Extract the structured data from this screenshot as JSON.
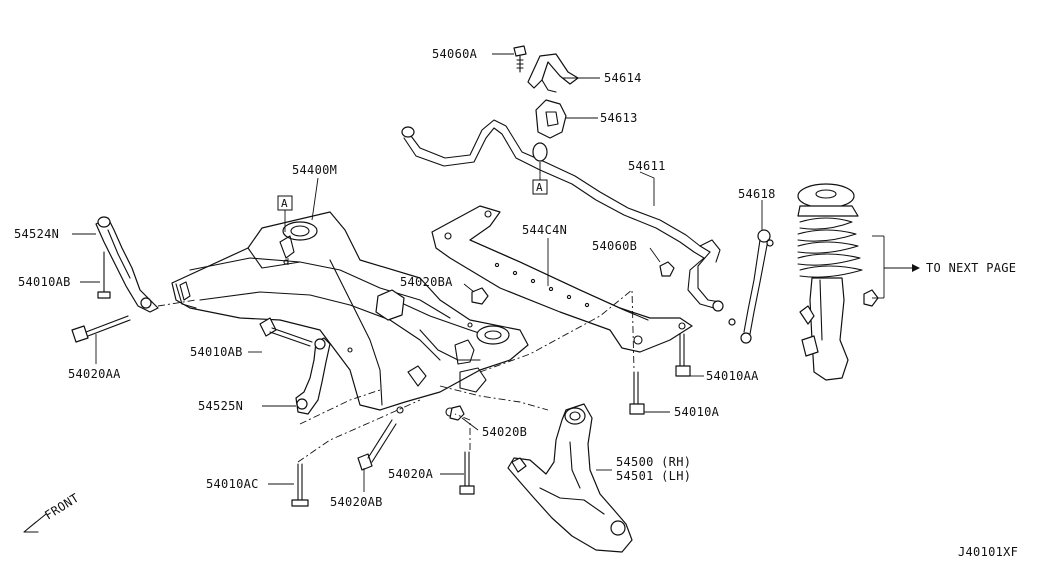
{
  "diagram_code": "J40101XF",
  "front_label": "FRONT",
  "next_page_label": "TO NEXT PAGE",
  "ref_marker": "A",
  "callouts": {
    "p54060A": "54060A",
    "p54614": "54614",
    "p54613": "54613",
    "p54611": "54611",
    "p54618": "54618",
    "p54400M": "54400M",
    "p544C4N": "544C4N",
    "p54060B": "54060B",
    "p54524N": "54524N",
    "p54010AB_top": "54010AB",
    "p54020BA": "54020BA",
    "p54020AA": "54020AA",
    "p54010AB_mid": "54010AB",
    "p54010AA": "54010AA",
    "p54525N": "54525N",
    "p54010A": "54010A",
    "p54020B": "54020B",
    "p54500": "54500 (RH)",
    "p54501": "54501 (LH)",
    "p54010AC": "54010AC",
    "p54020A": "54020A",
    "p54020AB": "54020AB"
  }
}
